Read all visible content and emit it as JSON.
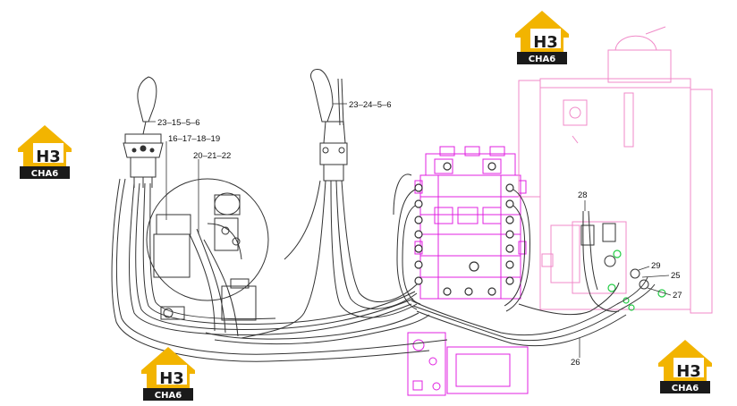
{
  "callouts": {
    "c1": "23–15–5–6",
    "c2": "16–17–18–19",
    "c3": "20–21–22",
    "c4": "23–24–5–6",
    "c5": "28",
    "c6": "29",
    "c7": "25",
    "c8": "27",
    "c9": "26"
  },
  "logo": {
    "mark": "H3",
    "text": "CHA6"
  },
  "colors": {
    "line": "#333333",
    "magenta": "#e020e0",
    "pink": "#f08ac8",
    "green": "#22cc44",
    "logo_yellow": "#f2b400",
    "logo_dark": "#1a1a1a"
  }
}
